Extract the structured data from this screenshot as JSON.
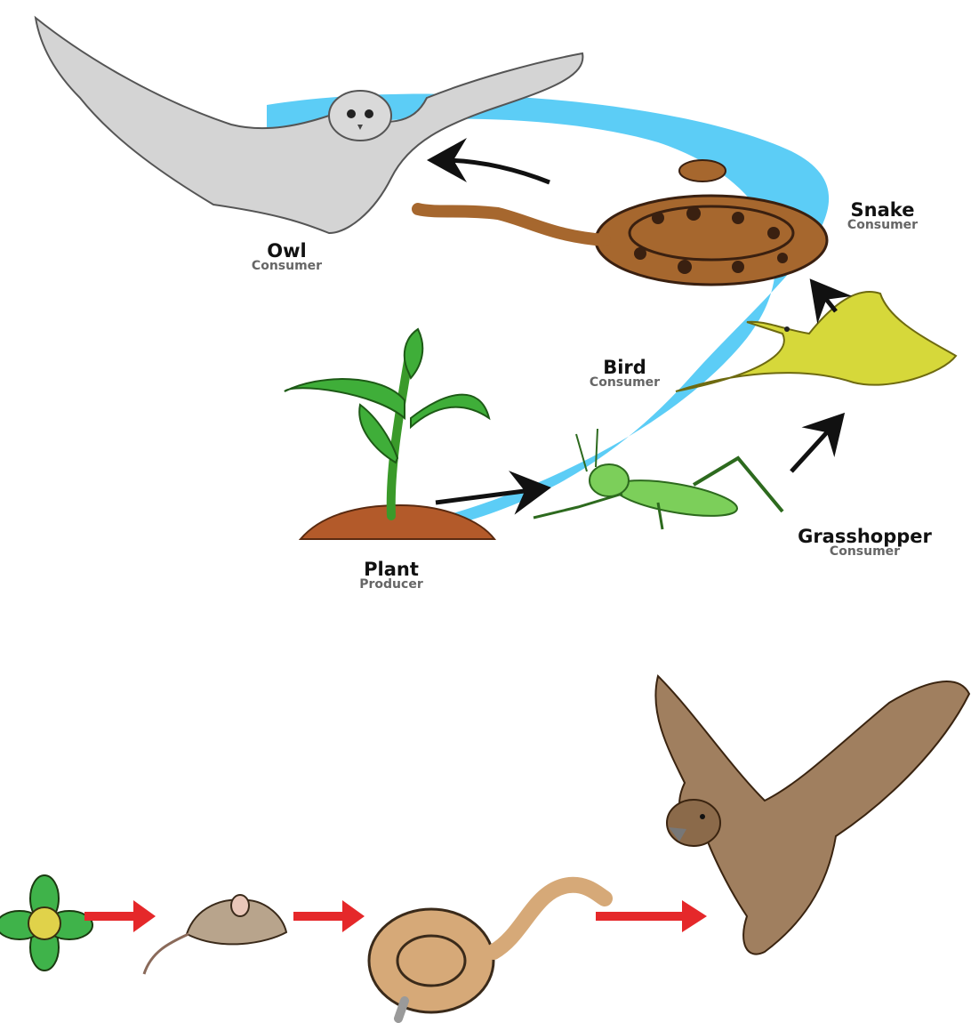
{
  "top_food_chain": {
    "organisms": [
      {
        "id": "plant",
        "name": "Plant",
        "role": "Producer",
        "icon": "plant-icon"
      },
      {
        "id": "grasshopper",
        "name": "Grasshopper",
        "role": "Consumer",
        "icon": "grasshopper-icon"
      },
      {
        "id": "bird",
        "name": "Bird",
        "role": "Consumer",
        "icon": "yellow-bird-icon"
      },
      {
        "id": "snake",
        "name": "Snake",
        "role": "Consumer",
        "icon": "brown-snake-icon"
      },
      {
        "id": "owl",
        "name": "Owl",
        "role": "Consumer",
        "icon": "owl-icon"
      }
    ],
    "colors": {
      "swoosh": "#5ccdf6",
      "arrow": "#111111"
    }
  },
  "bottom_food_chain": {
    "organisms": [
      {
        "id": "flower",
        "icon": "flower-icon"
      },
      {
        "id": "mouse",
        "icon": "mouse-icon"
      },
      {
        "id": "rattlesnake",
        "icon": "rattlesnake-icon"
      },
      {
        "id": "hawk",
        "icon": "hawk-icon"
      }
    ],
    "colors": {
      "arrow": "#e5282a"
    }
  }
}
